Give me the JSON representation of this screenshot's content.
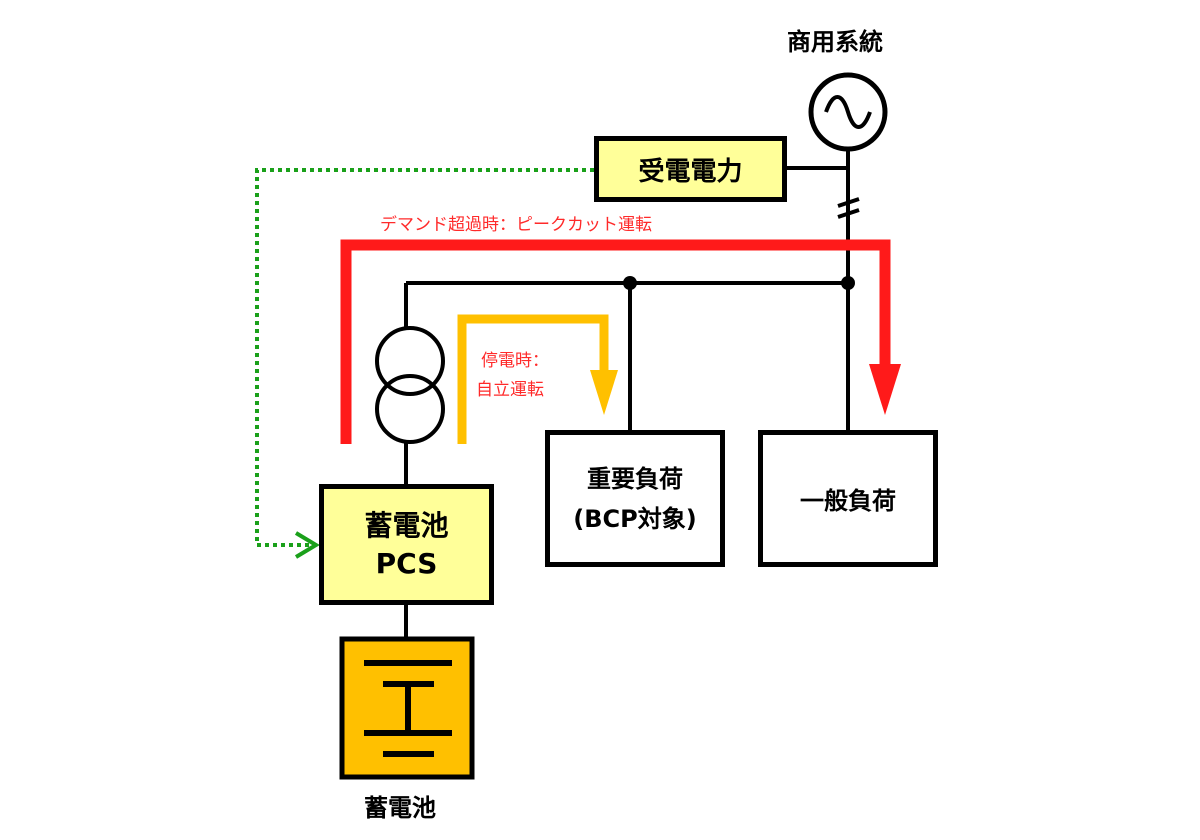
{
  "diagram": {
    "grid_label": "商用系統",
    "received_power_label": "受電電力",
    "peak_cut_note": "デマンド超過時：ピークカット運転",
    "outage_note_line1": "停電時：",
    "outage_note_line2": "自立運転",
    "pcs_line1": "蓄電池",
    "pcs_line2": "PCS",
    "critical_load_line1": "重要負荷",
    "critical_load_line2": "(BCP対象)",
    "general_load": "一般負荷",
    "battery_label": "蓄電池",
    "colors": {
      "peak_cut_arrow": "#ff1a1a",
      "outage_arrow": "#ffc000",
      "control_signal": "#1aa01a",
      "box_fill_yellow": "#ffff99",
      "battery_fill": "#ffc000",
      "line": "#000000"
    }
  }
}
